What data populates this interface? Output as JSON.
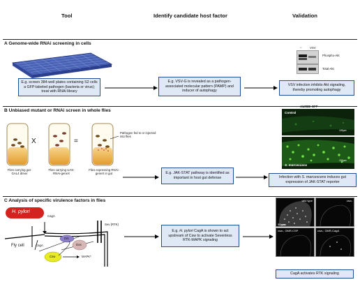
{
  "headers": {
    "tool": "Tool",
    "identify": "Identify candidate host factor",
    "validation": "Validation"
  },
  "section_a": {
    "title": "A   Genome-wide RNAi screening in cells",
    "tool_text": "E.g. screen 384-well plates containing S2 cells a GFP-labeled pathogen (bacteria or virus); treat with RNAi library",
    "identify_text": "E.g. VSV-G is revealed as a pathogen-associated molecular pattern (PAMP) and inducer of autophagy",
    "validation_text": "VSV infection inhibits Akt signaling, thereby promoting autophagy",
    "blot": {
      "lane_minus": "–",
      "lane_vsv": "VSV",
      "row1_label": "Phospho-Akt",
      "row2_label": "Total-Akt"
    }
  },
  "section_b": {
    "title": "B   Unbiased mutant or RNAi screen in whole flies",
    "cross_x": "X",
    "equals": "=",
    "pathogen_label": "Pathogen fed to or injected into flies",
    "vial1": "Flies carrying gut-GAL4 driver",
    "vial2": "Flies carrying UAS-RNAi-geneX",
    "vial3": "Flies expressing RNAi-geneX in gut",
    "identify_text": "E.g. JAK-STAT pathway is identified as important in host gut defense",
    "validation_text_pre": "Infection with ",
    "validation_text_species": "S. marcescens",
    "validation_text_post": " induces gut expression of JAK-STAT reporter",
    "image_title": "stat92E-GFP",
    "control_label": "Control",
    "infected_label": "S. marcescens",
    "scale1": "100μm",
    "scale2": "100μm"
  },
  "section_c": {
    "title": "C   Analysis of specific virulence factors in flies",
    "pathogen_name": "H. pylori",
    "caga": "CagA",
    "caga2": "CagA",
    "sev": "Sev (RTK)",
    "drk": "Drk",
    "dos": "Dos",
    "csw": "Csw",
    "mapk": "MAPK*",
    "fly_cell": "Fly cell",
    "identify_text_pre": "E.g. ",
    "identify_text_species": "H. pylori",
    "identify_text_post": " CagA is shown to act upstream of Csw to activate Sevenless RTK-MAPK signaling",
    "validation_text": "CagA activates RTK signaling",
    "panel_labels": {
      "wild_type": "wild type",
      "csw": "csw-",
      "csw_gmr_cagsp": "csw-; GMR-CSP",
      "csw_gmr_caga": "csw-; GMR-CagA",
      "scale": "50 μm"
    }
  },
  "colors": {
    "box_border": "#1f4e96",
    "box_fill": "#dfe8f5",
    "hpylori": "#d4231f",
    "drk": "#8d7fc7",
    "dos": "#d6b7b5",
    "csw": "#e8ea22",
    "plate": "#4a62b5"
  }
}
